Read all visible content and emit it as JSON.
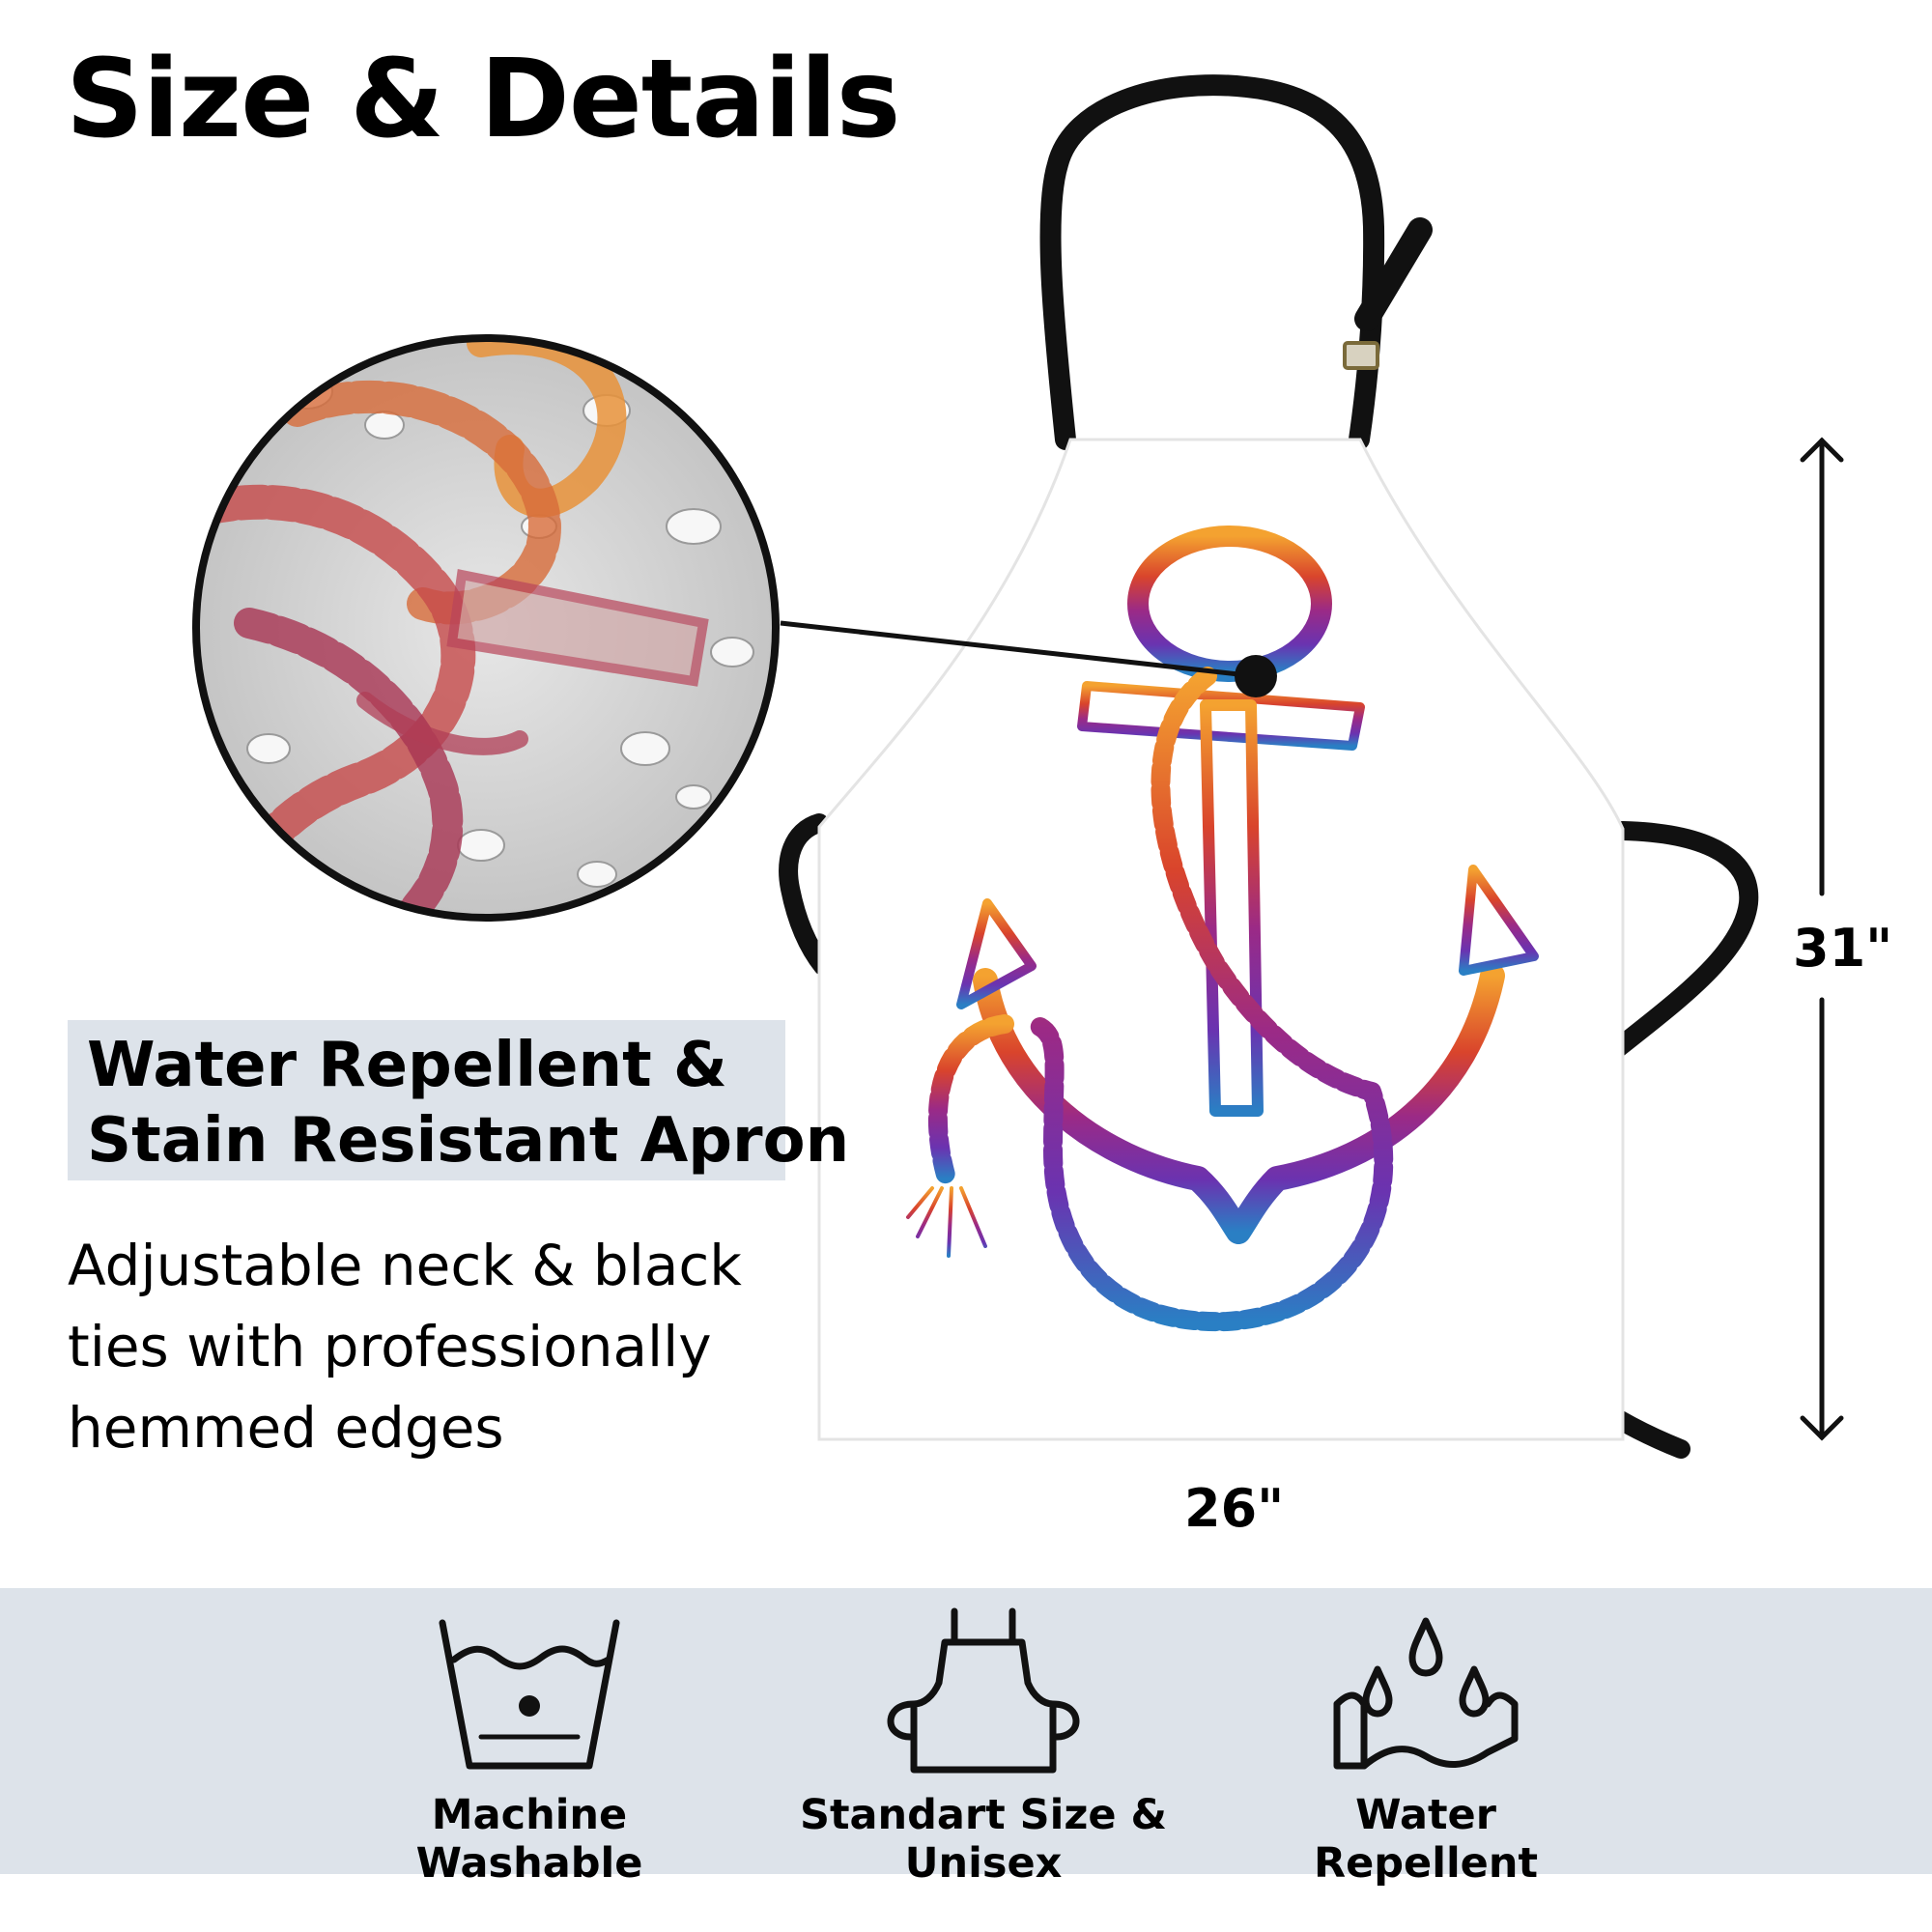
{
  "title": "Size & Details",
  "highlight": {
    "line1": "Water Repellent &",
    "line2": "Stain Resistant Apron"
  },
  "description": {
    "line1": "Adjustable neck & black",
    "line2": "ties with professionally",
    "line3": "hemmed edges"
  },
  "dimensions": {
    "width": "26\"",
    "height": "31\""
  },
  "features": [
    {
      "icon": "wash-basin-icon",
      "line1": "Machine",
      "line2": "Washable"
    },
    {
      "icon": "apron-outline-icon",
      "line1": "Standart Size &",
      "line2": "Unisex"
    },
    {
      "icon": "water-drops-icon",
      "line1": "Water",
      "line2": "Repellent"
    }
  ],
  "colors": {
    "strap": "#111111",
    "band": "#dde3ea",
    "anchor_top": "#f4a230",
    "anchor_mid": "#c02a52",
    "anchor_bottom": "#2a7fc4"
  }
}
